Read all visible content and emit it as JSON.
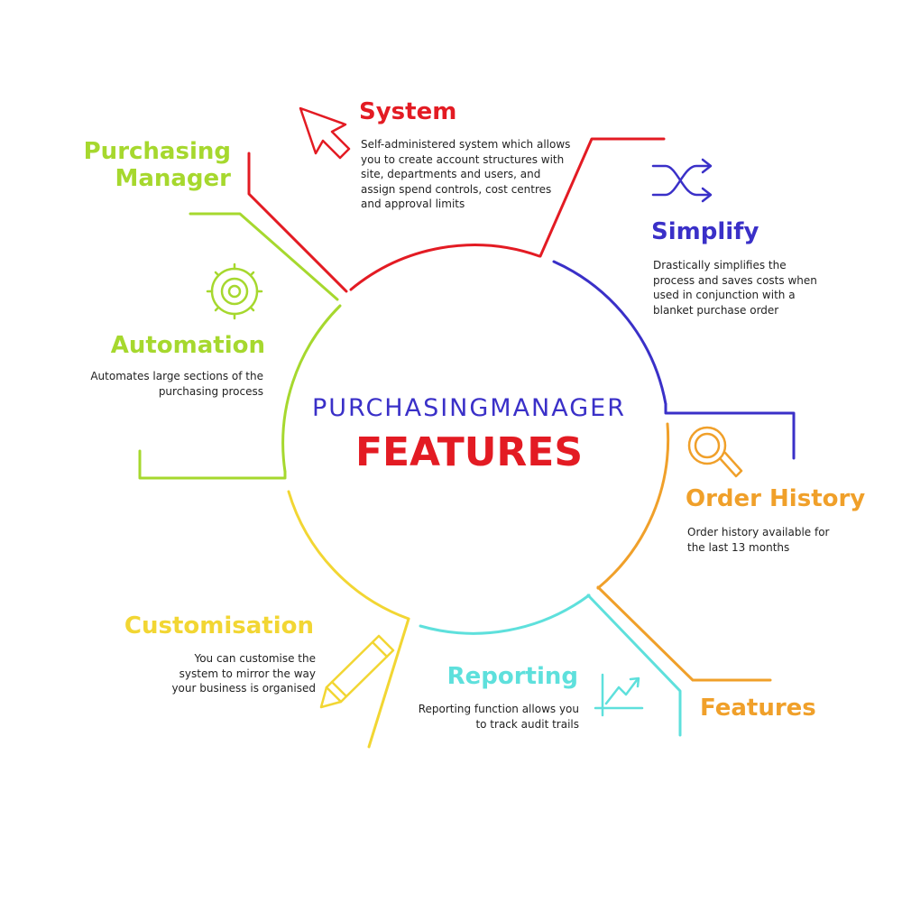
{
  "colors": {
    "red": "#e31b23",
    "blue": "#3a30c8",
    "lime": "#a6d82e",
    "orange": "#f0a02a",
    "yellow": "#f2d633",
    "cyan": "#5ee0dc"
  },
  "center": {
    "subtitle": "PURCHASINGMANAGER",
    "title": "FEATURES"
  },
  "segments": {
    "system": {
      "title": "System",
      "text": "Self-administered system which allows you to create account structures with site, departments and users, and assign spend controls, cost centres and approval limits",
      "icon": "cursor-arrow-icon"
    },
    "purchasing_manager": {
      "title": "Purchasing Manager"
    },
    "simplify": {
      "title": "Simplify",
      "text": "Drastically simplifies the process and saves costs when used in conjunction with a blanket purchase order",
      "icon": "shuffle-icon"
    },
    "automation": {
      "title": "Automation",
      "text": "Automates large sections of the purchasing process",
      "icon": "gear-icon"
    },
    "order_history": {
      "title": "Order History",
      "text": "Order history available for the last 13 months",
      "icon": "magnifier-icon"
    },
    "customisation": {
      "title": "Customisation",
      "text": "You can customise the system to mirror the way your business is organised",
      "icon": "pencil-icon"
    },
    "reporting": {
      "title": "Reporting",
      "text": "Reporting function allows you to track audit trails",
      "icon": "line-chart-icon"
    },
    "features": {
      "title": "Features"
    }
  }
}
